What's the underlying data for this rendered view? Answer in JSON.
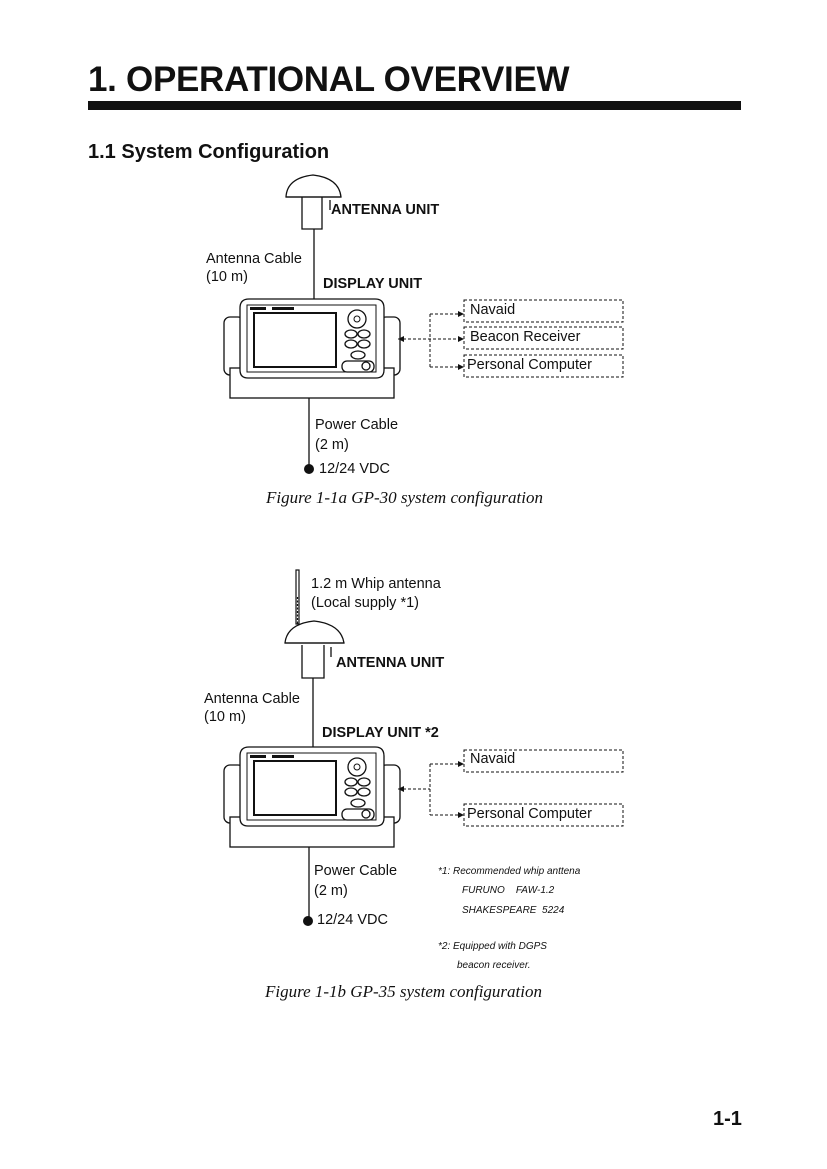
{
  "chapter_title": "1. OPERATIONAL OVERVIEW",
  "section_heading": "1.1 System Configuration",
  "fig_a": {
    "antenna_unit": "ANTENNA UNIT",
    "antenna_cable": "Antenna Cable",
    "antenna_cable_len": "(10 m)",
    "display_unit": "DISPLAY UNIT",
    "devices": [
      "Navaid",
      "Beacon Receiver",
      "Personal Computer"
    ],
    "power_cable": "Power Cable",
    "power_cable_len": "(2 m)",
    "power": "12/24 VDC",
    "caption": "Figure 1-1a GP-30 system configuration"
  },
  "fig_b": {
    "whip_antenna": "1.2 m Whip antenna",
    "whip_supply": "(Local supply *1)",
    "antenna_unit": "ANTENNA UNIT",
    "antenna_cable": "Antenna Cable",
    "antenna_cable_len": "(10 m)",
    "display_unit": "DISPLAY UNIT *2",
    "devices": [
      "Navaid",
      "Personal Computer"
    ],
    "power_cable": "Power Cable",
    "power_cable_len": "(2 m)",
    "power": "12/24 VDC",
    "note1_line1": "*1: Recommended whip anttena",
    "note1_line2": "FURUNO    FAW-1.2",
    "note1_line3": "SHAKESPEARE  5224",
    "note2_line1": "*2: Equipped with DGPS",
    "note2_line2": "beacon receiver.",
    "caption": "Figure 1-1b GP-35 system configuration"
  },
  "page_number": "1-1"
}
